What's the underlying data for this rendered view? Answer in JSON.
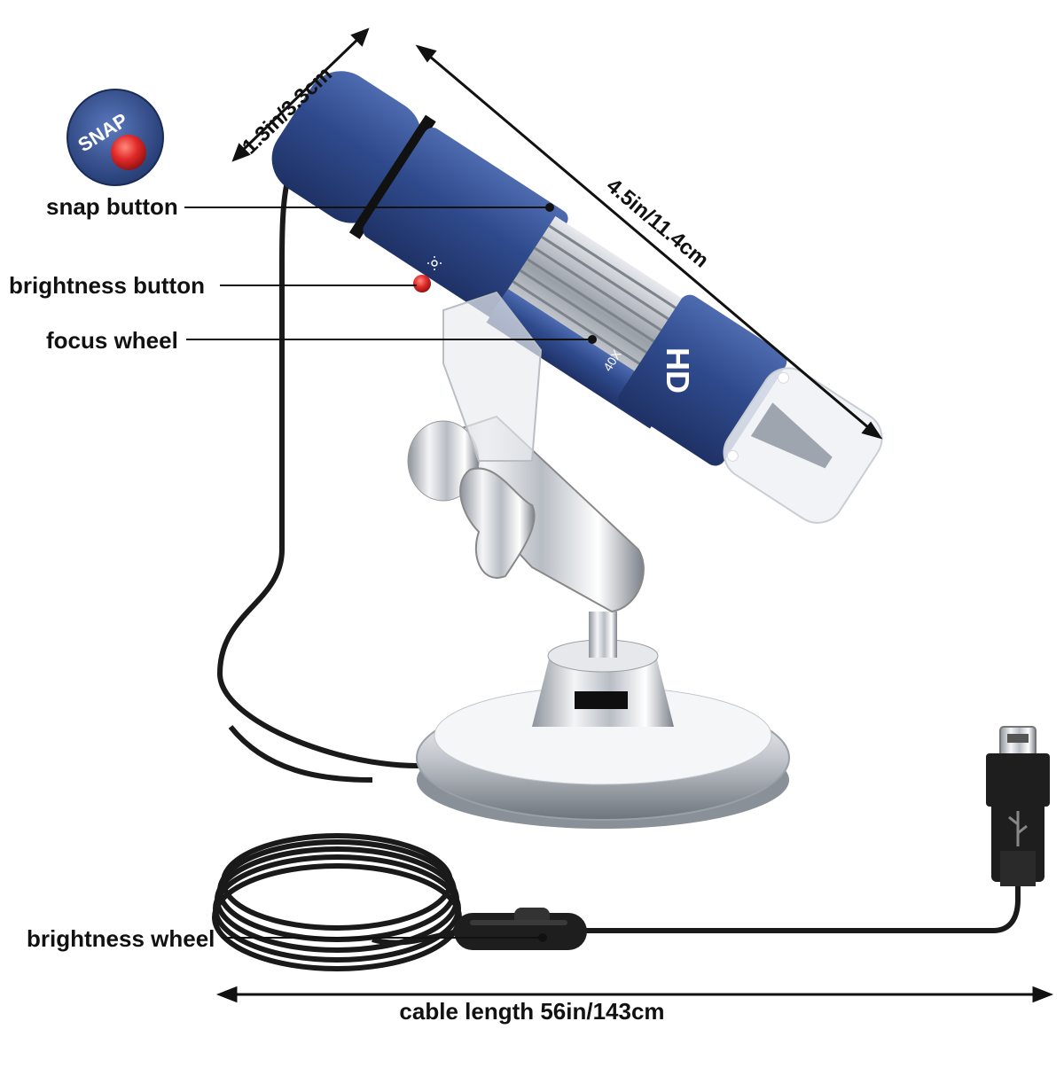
{
  "callouts": {
    "snap_button": "snap button",
    "brightness_button": "brightness button",
    "focus_wheel": "focus wheel",
    "brightness_wheel": "brightness wheel"
  },
  "dimensions": {
    "diameter": "1.3in/3.3cm",
    "length": "4.5in/11.4cm",
    "cable_length": "cable length 56in/143cm"
  },
  "snap_badge": {
    "label": "SNAP"
  },
  "device_markings": {
    "hd": "HD",
    "magnification": "40X"
  },
  "colors": {
    "body_blue": "#2f4a8c",
    "button_red": "#e12a2a",
    "badge_blue": "#2c4a90",
    "chrome": "#c8ccd2",
    "cable": "#1a1a1a"
  }
}
